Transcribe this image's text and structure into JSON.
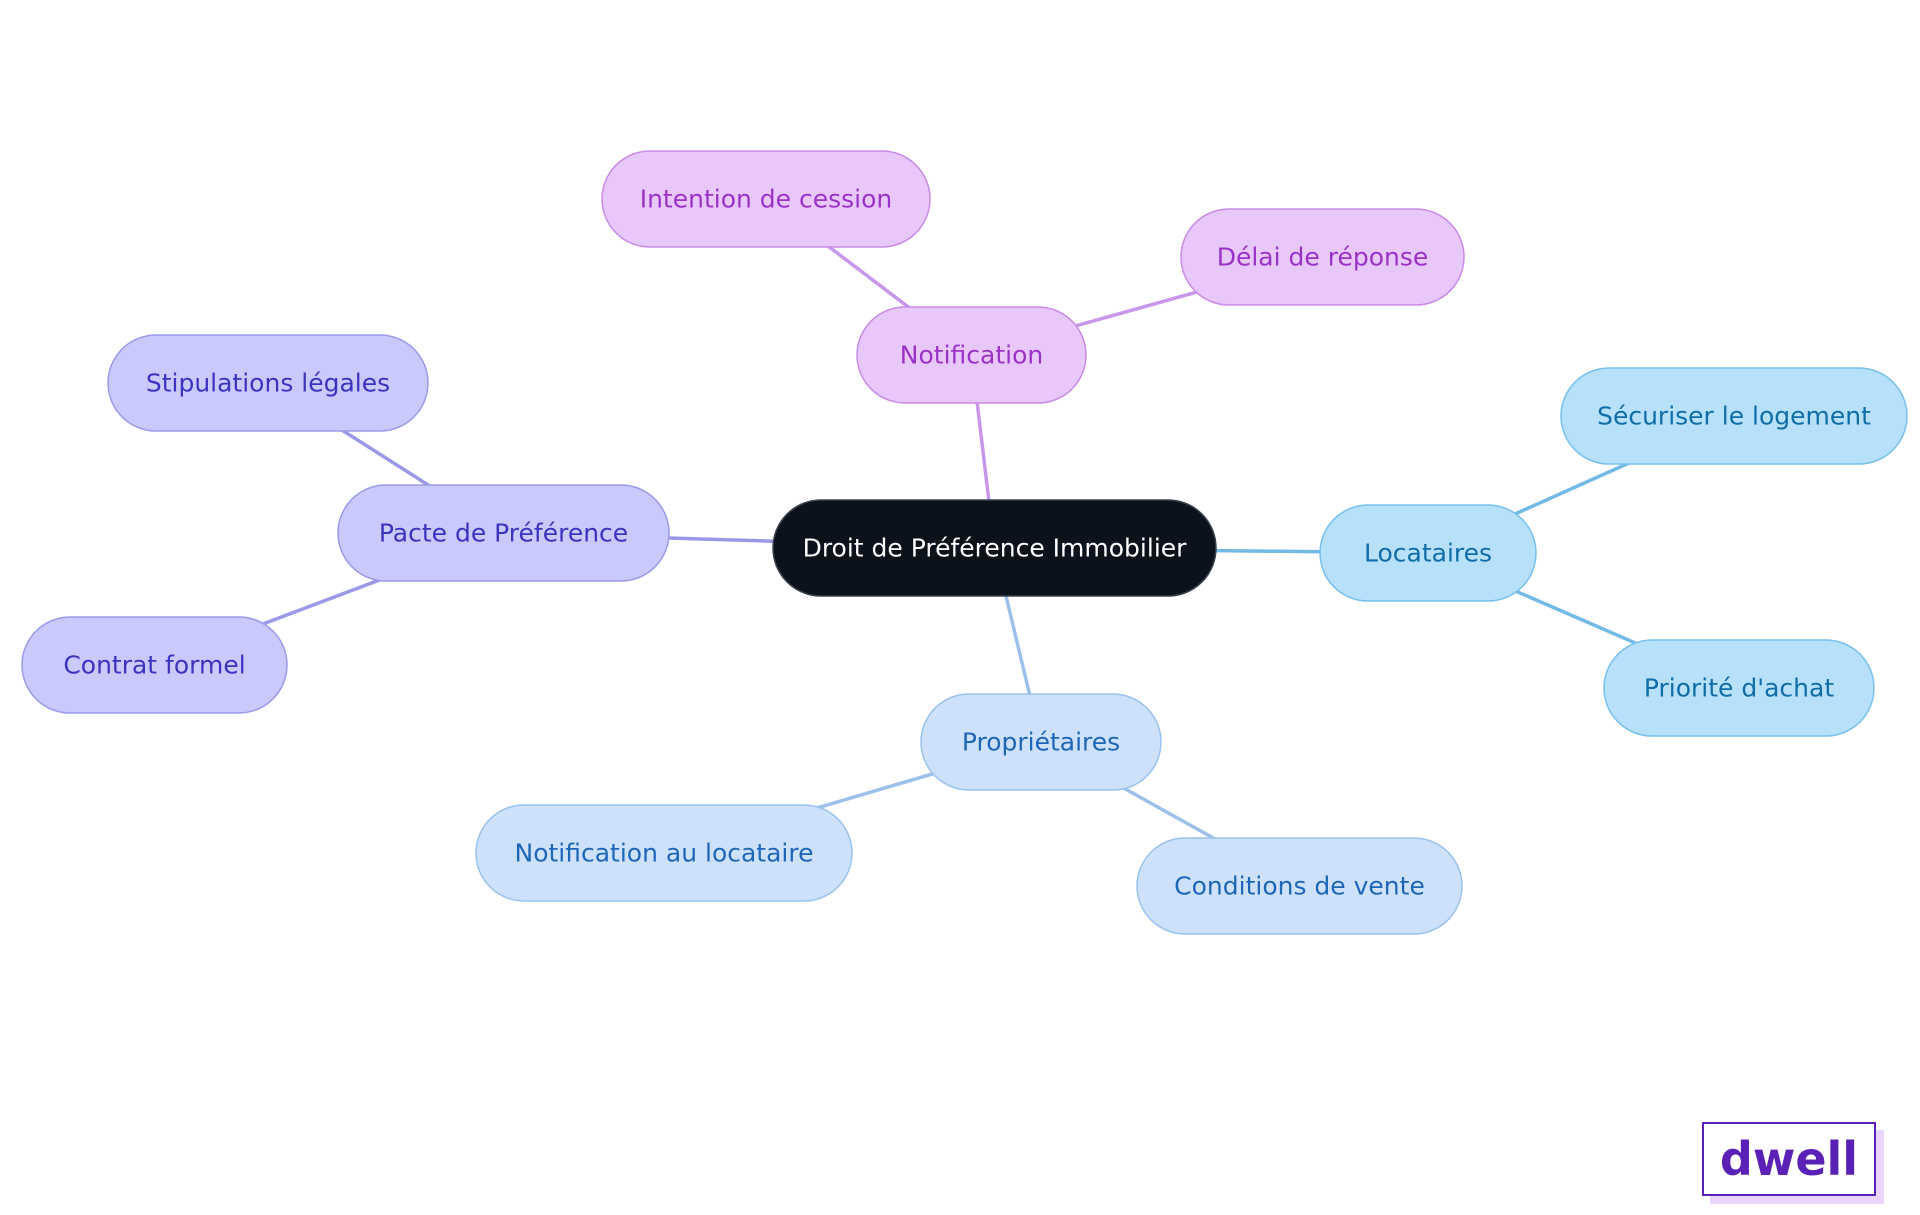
{
  "central": {
    "label": "Droit de Préférence Immobilier"
  },
  "branches": [
    {
      "label": "Notification",
      "colors": {
        "fill": "#e8c8fb",
        "stroke": "#c98be6",
        "text": "#9b32c8",
        "edge": "#c896ea"
      },
      "children": [
        {
          "label": "Intention de cession"
        },
        {
          "label": "Délai de réponse"
        }
      ]
    },
    {
      "label": "Pacte de Préférence",
      "colors": {
        "fill": "#c9c9fc",
        "stroke": "#9b9bea",
        "text": "#3b34c0",
        "edge": "#9a99e8"
      },
      "children": [
        {
          "label": "Stipulations légales"
        },
        {
          "label": "Contrat formel"
        }
      ]
    },
    {
      "label": "Locataires",
      "colors": {
        "fill": "#b7e0fb",
        "stroke": "#79c1ec",
        "text": "#0f6da8",
        "edge": "#73b9e6"
      },
      "children": [
        {
          "label": "Sécuriser le logement"
        },
        {
          "label": "Priorité d'achat"
        }
      ]
    },
    {
      "label": "Propriétaires",
      "colors": {
        "fill": "#cde2fa",
        "stroke": "#99c3ef",
        "text": "#1e66b8",
        "edge": "#9cc0ea"
      },
      "children": [
        {
          "label": "Notification au locataire"
        },
        {
          "label": "Conditions de vente"
        }
      ]
    }
  ],
  "central_colors": {
    "fill": "#0c121c",
    "stroke": "#3a4250",
    "text": "#ffffff"
  },
  "logo": {
    "text": "dwell",
    "color": "#5b21b6"
  }
}
